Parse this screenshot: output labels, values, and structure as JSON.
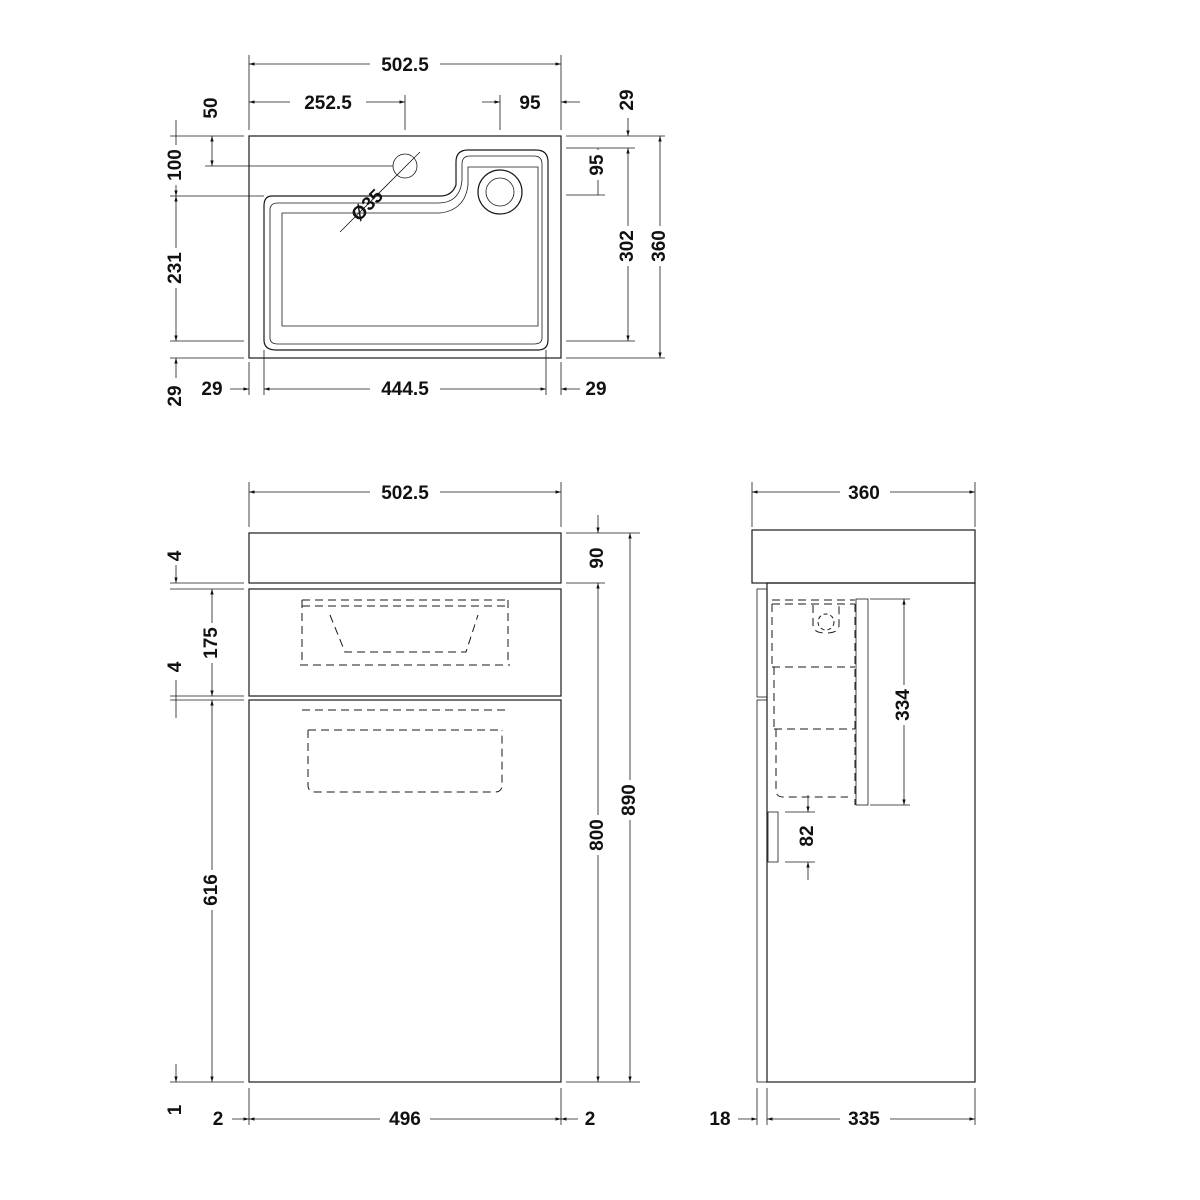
{
  "top_view": {
    "overall_width": "502.5",
    "tap_offset": "252.5",
    "waste_offset": "95",
    "top_rim": "29",
    "tap_from_back": "50",
    "back_to_bowl": "100",
    "bowl_depth": "231",
    "front_rim": "29",
    "left_rim": "29",
    "bowl_width": "444.5",
    "right_rim": "29",
    "waste_from_back": "95",
    "inner_depth": "302",
    "overall_depth": "360",
    "tap_hole": "Ø35"
  },
  "front_view": {
    "overall_width": "502.5",
    "gap_top": "4",
    "drawer_height": "175",
    "gap_mid": "4",
    "door_height": "616",
    "gap_bottom": "1",
    "basin_height": "90",
    "cabinet_height": "800",
    "overall_height": "890",
    "left_gap": "2",
    "door_width": "496",
    "right_gap": "2"
  },
  "side_view": {
    "overall_depth": "360",
    "trap_height": "334",
    "trap_clearance": "82",
    "door_thickness": "18",
    "carcass_depth": "335"
  }
}
